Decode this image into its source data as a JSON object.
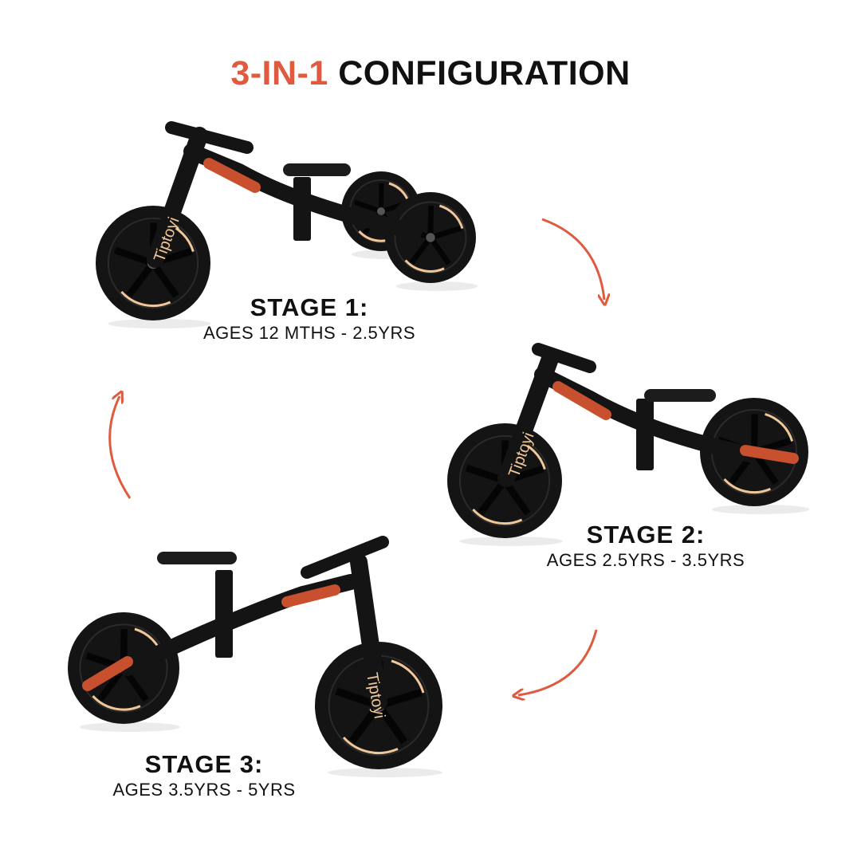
{
  "title": {
    "accent": "3-IN-1",
    "rest": "CONFIGURATION"
  },
  "brand": "Tiptoyi",
  "stages": [
    {
      "heading": "STAGE 1:",
      "ages": "AGES 12 MTHS - 2.5YRS"
    },
    {
      "heading": "STAGE 2:",
      "ages": "AGES 2.5YRS - 3.5YRS"
    },
    {
      "heading": "STAGE 3:",
      "ages": "AGES 3.5YRS - 5YRS"
    }
  ],
  "colors": {
    "accent": "#e05a3f",
    "bike": "#141414",
    "rim_stripe": "#f0c79a",
    "pattern": "#c8502e"
  }
}
